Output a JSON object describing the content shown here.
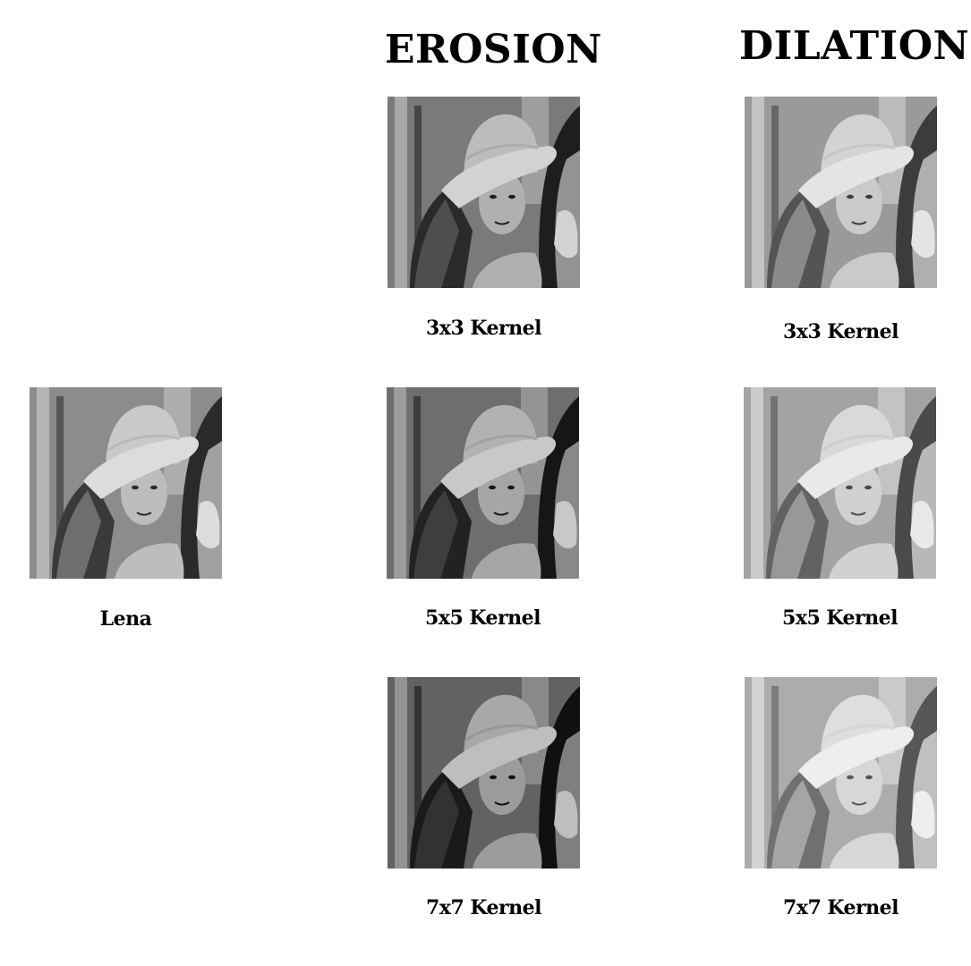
{
  "headings": {
    "erosion": "EROSION",
    "dilation": "DILATION"
  },
  "original": {
    "caption": "Lena"
  },
  "erosion": [
    {
      "caption": "3x3 Kernel"
    },
    {
      "caption": "5x5 Kernel"
    },
    {
      "caption": "7x7 Kernel"
    }
  ],
  "dilation": [
    {
      "caption": "3x3 Kernel"
    },
    {
      "caption": "5x5 Kernel"
    },
    {
      "caption": "7x7 Kernel"
    }
  ]
}
